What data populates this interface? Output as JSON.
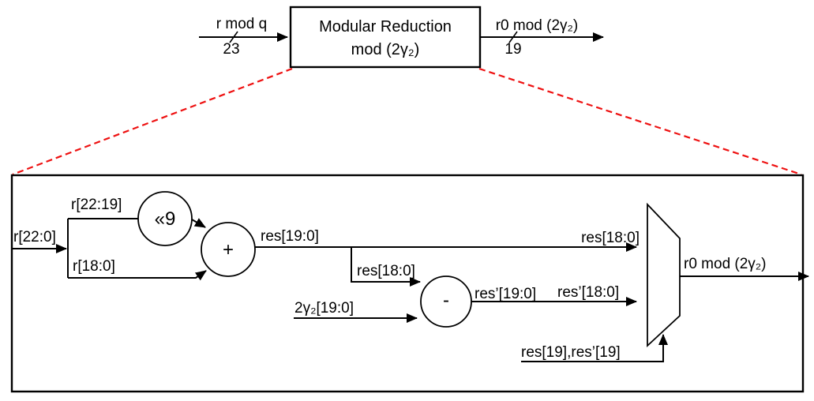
{
  "colors": {
    "line": "#000000",
    "zoom_dash": "#ee1111",
    "background": "#ffffff",
    "text": "#000000"
  },
  "overview": {
    "block_title_line1": "Modular Reduction",
    "block_title_line2": "mod (2γ₂)",
    "input_signal": {
      "label": "r mod q",
      "bus_width": "23"
    },
    "output_signal": {
      "label": "r0 mod (2γ₂)",
      "bus_width": "19"
    }
  },
  "detail": {
    "input_label": "r[22:0]",
    "split_high_label": "r[22:19]",
    "split_low_label": "r[18:0]",
    "shifter_label": "«9",
    "adder_label": "+",
    "adder_out_label": "res[19:0]",
    "sub_branch_label": "res[18:0]",
    "modulus_label": "2γ₂[19:0]",
    "subtractor_label": "-",
    "sub_out_label": "res’[19:0]",
    "mux_in0_label": "res[18:0]",
    "mux_in1_label": "res’[18:0]",
    "mux_select_label": "res[19],res’[19]",
    "output_label": "r0 mod (2γ₂)"
  }
}
